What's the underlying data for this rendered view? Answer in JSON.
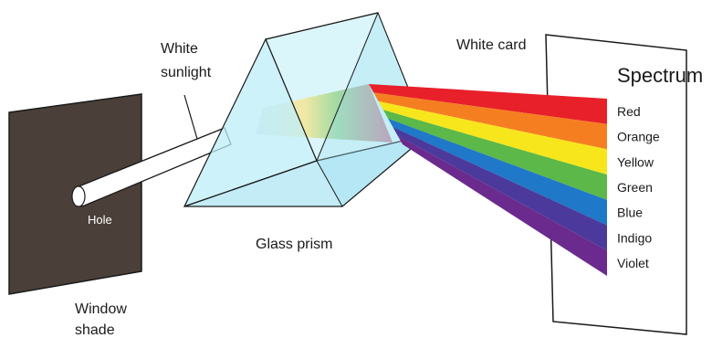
{
  "labels": {
    "white_sunlight_line1": "White",
    "white_sunlight_line2": "sunlight",
    "white_card": "White card",
    "spectrum": "Spectrum",
    "hole": "Hole",
    "glass_prism": "Glass prism",
    "window_shade_line1": "Window",
    "window_shade_line2": "shade"
  },
  "spectrum": [
    {
      "name": "Red",
      "color": "#e8202a"
    },
    {
      "name": "Orange",
      "color": "#f57f20"
    },
    {
      "name": "Yellow",
      "color": "#f7e61c"
    },
    {
      "name": "Green",
      "color": "#5cb848"
    },
    {
      "name": "Blue",
      "color": "#1f78c8"
    },
    {
      "name": "Indigo",
      "color": "#4b3a9b"
    },
    {
      "name": "Violet",
      "color": "#6b2a8e"
    }
  ],
  "colors": {
    "window_shade": "#4a4039",
    "prism_fill": "#bdeef8",
    "prism_stroke": "#1a1a1a",
    "card_fill": "#ffffff"
  }
}
